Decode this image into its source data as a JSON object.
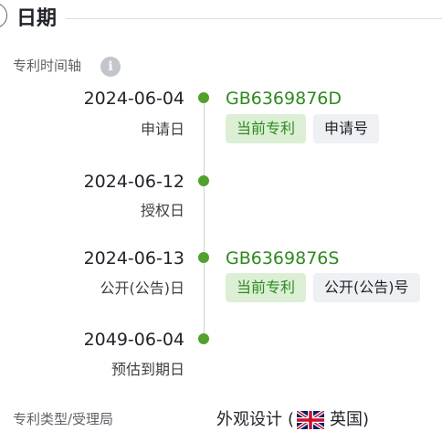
{
  "section": {
    "title": "日期"
  },
  "timeline": {
    "label": "专利时间轴",
    "info_icon_glyph": "i",
    "events": [
      {
        "date": "2024-06-04",
        "kind": "申请日",
        "patent_no": "GB6369876D",
        "tags": [
          "当前专利",
          "申请号"
        ]
      },
      {
        "date": "2024-06-12",
        "kind": "授权日"
      },
      {
        "date": "2024-06-13",
        "kind": "公开(公告)日",
        "patent_no": "GB6369876S",
        "tags": [
          "当前专利",
          "公开(公告)号"
        ]
      },
      {
        "date": "2049-06-04",
        "kind": "预估到期日"
      }
    ]
  },
  "patent_type": {
    "label": "专利类型/受理局",
    "type": "外观设计",
    "open_paren": "(",
    "office": "英国)",
    "flag_icon": "uk-flag-icon"
  },
  "colors": {
    "timeline_dot": "#52a12f",
    "patent_no": "#2e8a1e",
    "current_tag_bg": "#dcefd5",
    "plain_tag_bg": "#eef0f3"
  }
}
